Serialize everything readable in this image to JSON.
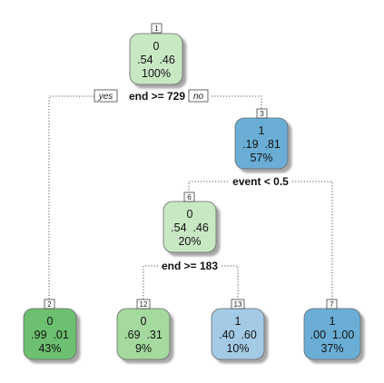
{
  "nodes": [
    {
      "id": "1",
      "cls": "0",
      "probs": ".54  .46",
      "pct": "100%",
      "fill": "#c8e8c4"
    },
    {
      "id": "3",
      "cls": "1",
      "probs": ".19  .81",
      "pct": "57%",
      "fill": "#6aaed6"
    },
    {
      "id": "6",
      "cls": "0",
      "probs": ".54  .46",
      "pct": "20%",
      "fill": "#c8e8c4"
    },
    {
      "id": "2",
      "cls": "0",
      "probs": ".99  .01",
      "pct": "43%",
      "fill": "#6cc070"
    },
    {
      "id": "12",
      "cls": "0",
      "probs": ".69  .31",
      "pct": "9%",
      "fill": "#a5da9f"
    },
    {
      "id": "13",
      "cls": "1",
      "probs": ".40  .60",
      "pct": "10%",
      "fill": "#a3cbe5"
    },
    {
      "id": "7",
      "cls": "1",
      "probs": ".00  1.00",
      "pct": "37%",
      "fill": "#6aaed6"
    }
  ],
  "splits": [
    {
      "node": "1",
      "label": "end >= 729"
    },
    {
      "node": "3",
      "label": "event < 0.5"
    },
    {
      "node": "6",
      "label": "end >= 183"
    }
  ],
  "branch_tags": {
    "yes": "yes",
    "no": "no"
  }
}
